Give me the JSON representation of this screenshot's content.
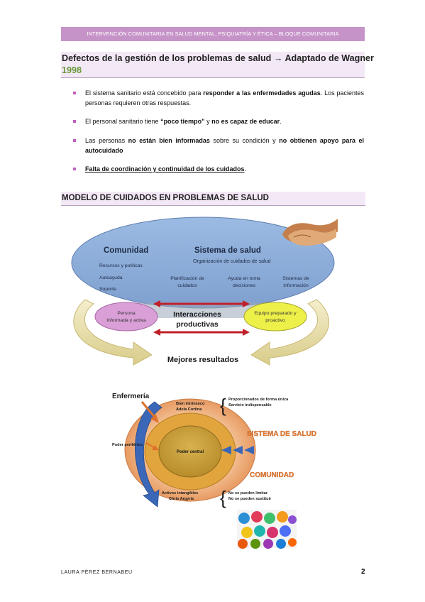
{
  "header": {
    "banner": "INTERVENCIÓN COMUNITARIA EN SALUD MENTAL, PSIQUIATRÍA Y ÉTICA – BLOQUE COMUNITARIA"
  },
  "section1": {
    "title_main": "Defectos de la gestión de los problemas de salud → Adaptado de Wagner",
    "title_year": "1998"
  },
  "bullets": {
    "b1": {
      "p1": "El sistema sanitario está concebido para ",
      "b1": "responder a las enfermedades agudas",
      "p2": ". Los pacientes personas requieren otras respuestas."
    },
    "b2": {
      "p1": "El personal sanitario tiene ",
      "b1": "“poco tiempo”",
      "p2": " y ",
      "b2": "no es capaz de educar",
      "p3": "."
    },
    "b3": {
      "p1": "Las personas ",
      "b1": "no están bien informadas",
      "p2": " sobre su condición y ",
      "b2": "no obtienen apoyo para el autocuidado",
      "p3": ""
    },
    "b4": {
      "u1": "Falta de coordinación y continuidad de los cuidados",
      "p1": "."
    }
  },
  "section2": {
    "title": "MODELO DE CUIDADOS EN PROBLEMAS DE SALUD"
  },
  "diagram1": {
    "comunidad": "Comunidad",
    "sistema": "Sistema de salud",
    "organizacion": "Organización de cuidados de salud",
    "recursos": "Recursos y políticas",
    "autoayuda": "Autoayuda",
    "soporte": "Soporte",
    "planificacion": [
      "Planificación de",
      "cuidados"
    ],
    "ayuda": [
      "Ayuda en toma",
      "decisiones"
    ],
    "sistemas": [
      "Sistemas de",
      "Información"
    ],
    "persona": [
      "Persona",
      "Informada y activa"
    ],
    "equipo": [
      "Equipo preparado y",
      "proactivo"
    ],
    "interacciones": [
      "Interacciones",
      "productivas"
    ],
    "mejores": "Mejores resultados",
    "colors": {
      "oval": "#8daed8",
      "persona": "#d99fd6",
      "equipo": "#eef04a",
      "arrow": "#ece3b0",
      "interact": "#c0202a"
    }
  },
  "diagram2": {
    "enfermeria": "Enfermería",
    "bien": [
      "Bien intrínseco",
      "Adela Cortina"
    ],
    "proporcionados": [
      "Proporcionados de forma única",
      "Servicio indispensable"
    ],
    "poder_periferico": "Poder periférico",
    "poder_central": "Poder central",
    "sistema_salud": "SISTEMA DE SALUD",
    "comunidad": "COMUNIDAD",
    "activos": [
      "Activos intangibles",
      "Chris Argyris"
    ],
    "limitar": [
      "No se pueden limitar",
      "No se pueden sustituir"
    ],
    "colors": {
      "outer": "#efb07e",
      "middle": "#e0a33c",
      "core": "#c9a03a",
      "arrow": "#3a67b8"
    }
  },
  "footer": {
    "name": "LAURA PÉREZ BERNABEU",
    "page": "2"
  }
}
